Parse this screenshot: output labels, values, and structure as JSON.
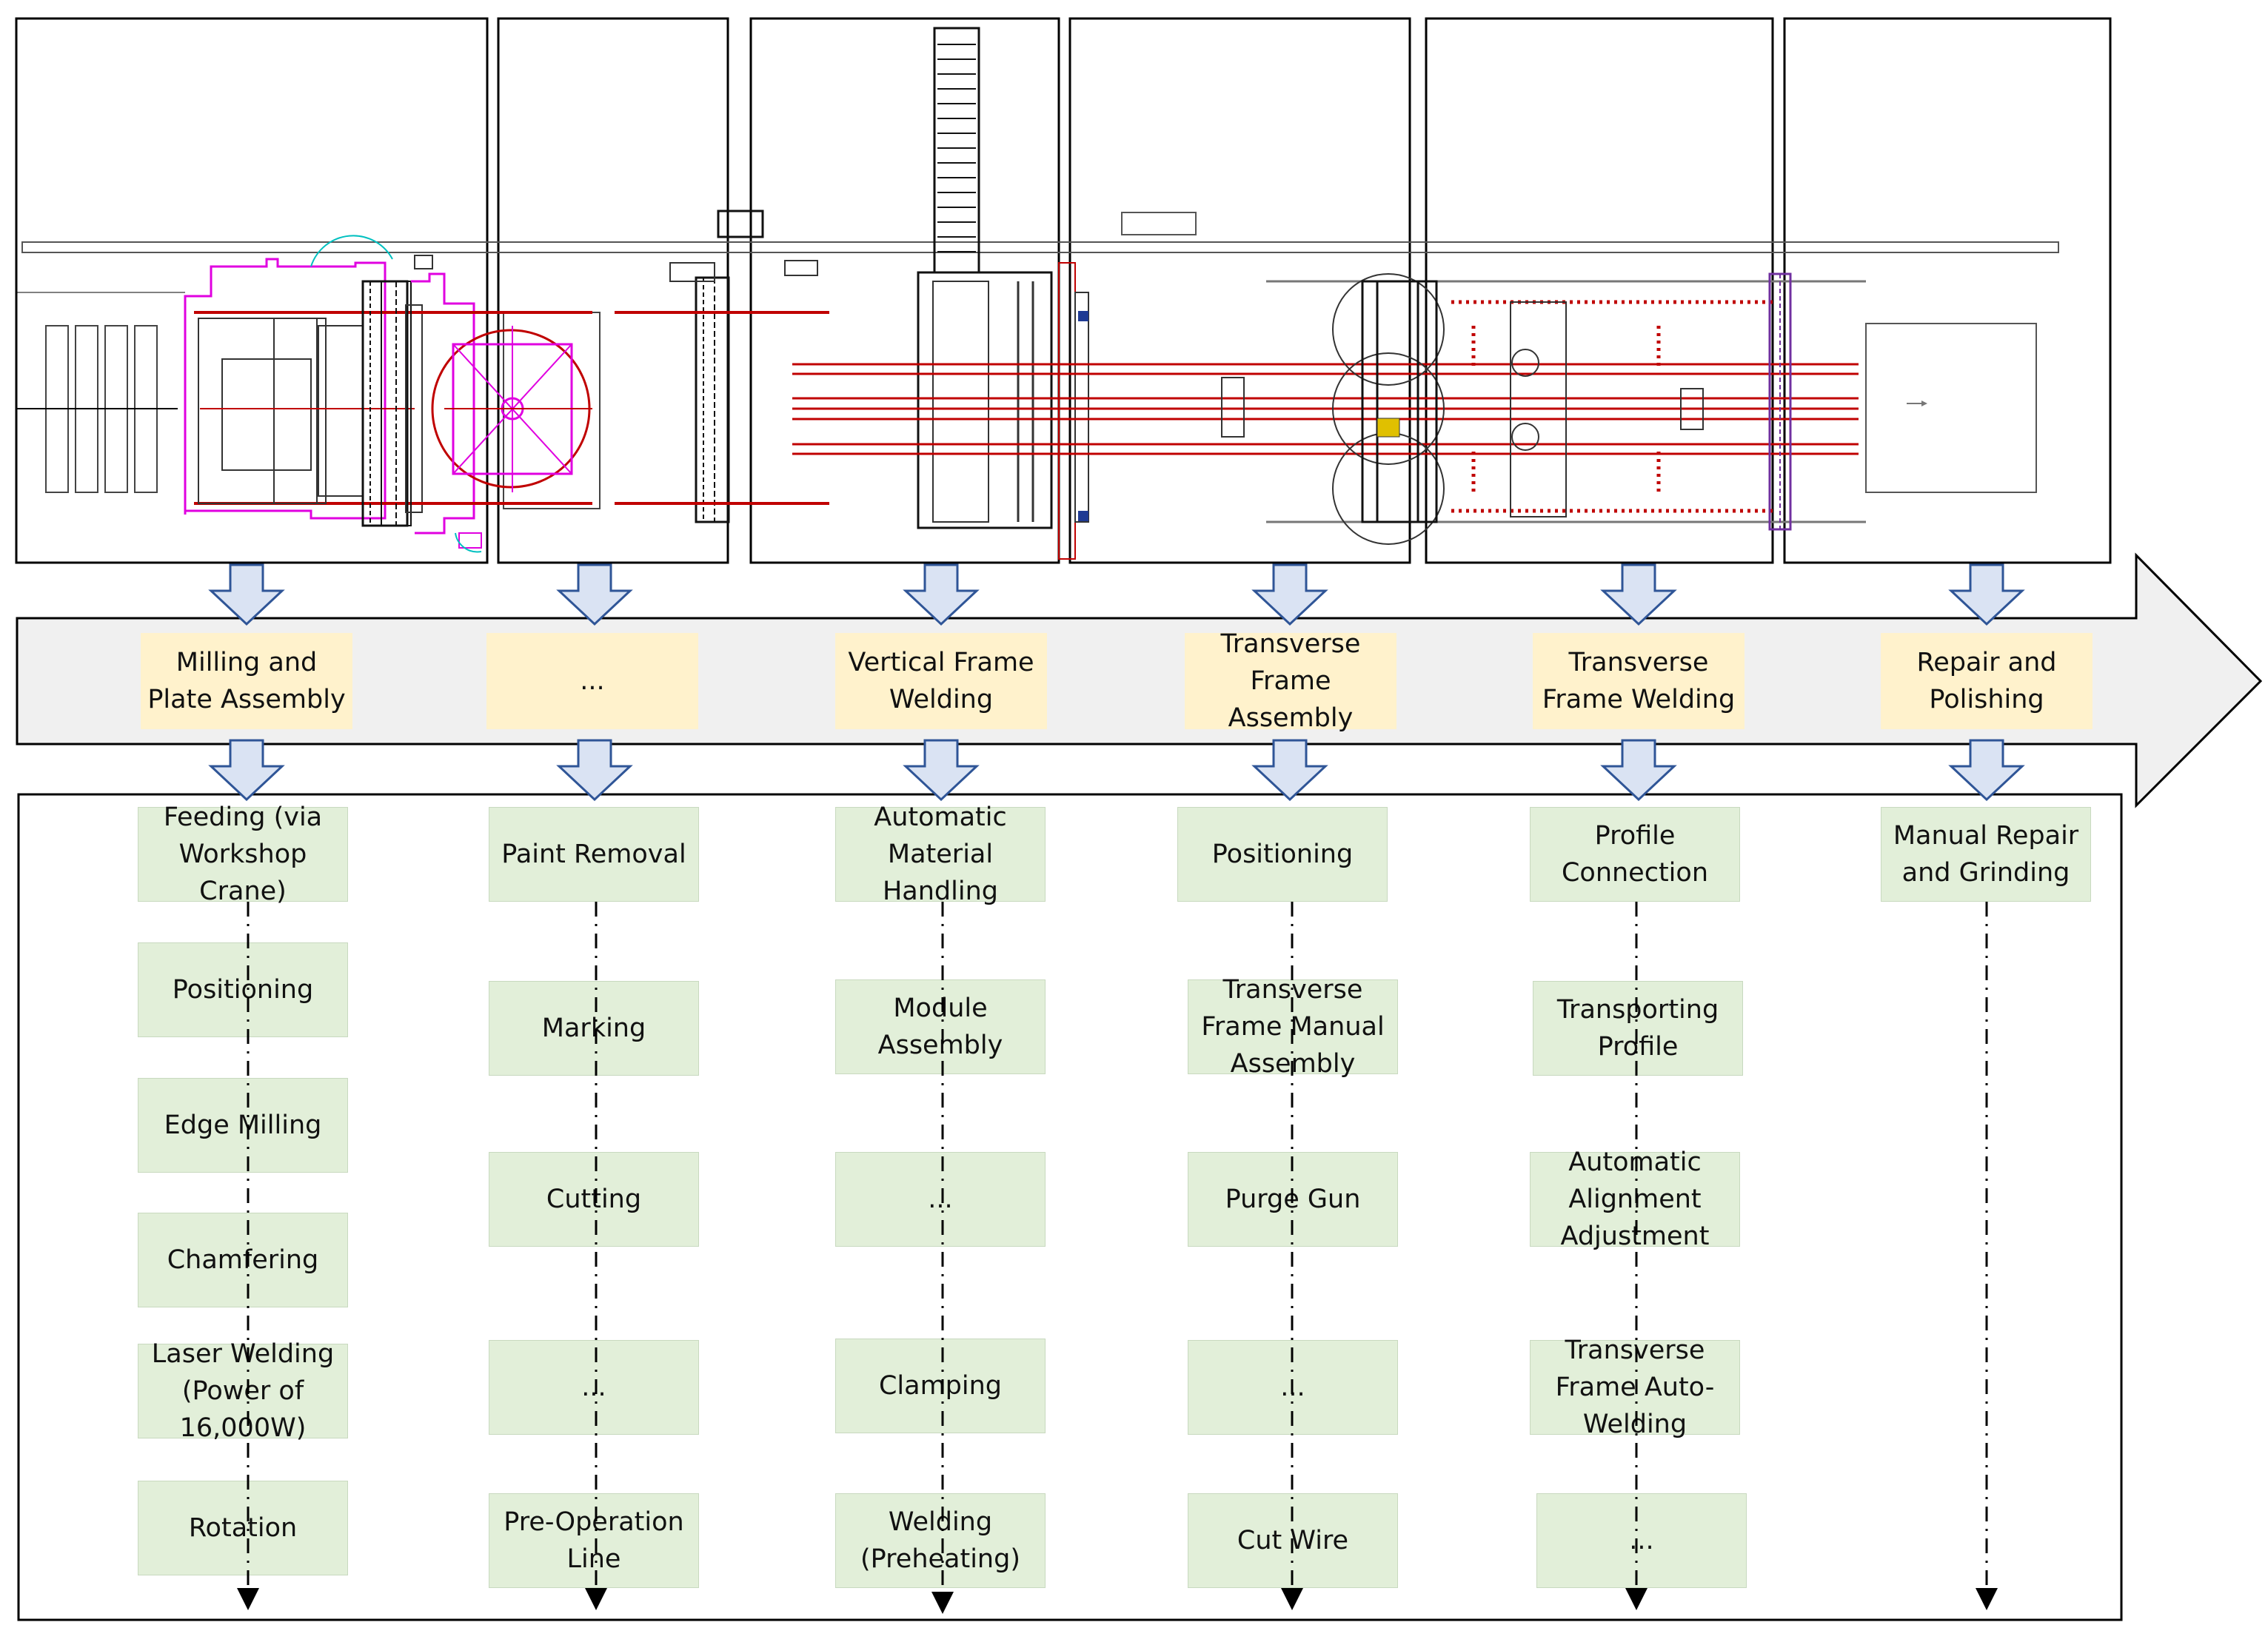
{
  "stages": [
    {
      "label": "Milling and Plate Assembly"
    },
    {
      "label": "..."
    },
    {
      "label": "Vertical Frame Welding"
    },
    {
      "label": "Transverse Frame Assembly"
    },
    {
      "label": "Transverse Frame Welding"
    },
    {
      "label": "Repair and Polishing"
    }
  ],
  "columns": [
    {
      "steps": [
        "Feeding (via Workshop Crane)",
        "Positioning",
        "Edge Milling",
        "Chamfering",
        "Laser Welding (Power of 16,000W)",
        "Rotation"
      ]
    },
    {
      "steps": [
        "Paint Removal",
        "Marking",
        "Cutting",
        "...",
        "Pre-Operation Line"
      ]
    },
    {
      "steps": [
        "Automatic Material Handling",
        "Module Assembly",
        "...",
        "Clamping",
        "Welding (Preheating)"
      ]
    },
    {
      "steps": [
        "Positioning",
        "Transverse Frame Manual Assembly",
        "Purge Gun",
        "...",
        "Cut Wire"
      ]
    },
    {
      "steps": [
        "Profile Connection",
        "Transporting Profile",
        "Automatic Alignment Adjustment",
        "Transverse Frame Auto-Welding",
        "..."
      ]
    },
    {
      "steps": [
        "Manual Repair and Grinding"
      ]
    }
  ],
  "colors": {
    "stage_fill": "#fff2cc",
    "step_fill": "#e2efd9",
    "arrow_fill": "#dae3f3",
    "arrow_stroke": "#2f5597",
    "band_fill": "#f0f0f0",
    "drawing_red": "#c00000",
    "drawing_magenta": "#e000e0"
  }
}
